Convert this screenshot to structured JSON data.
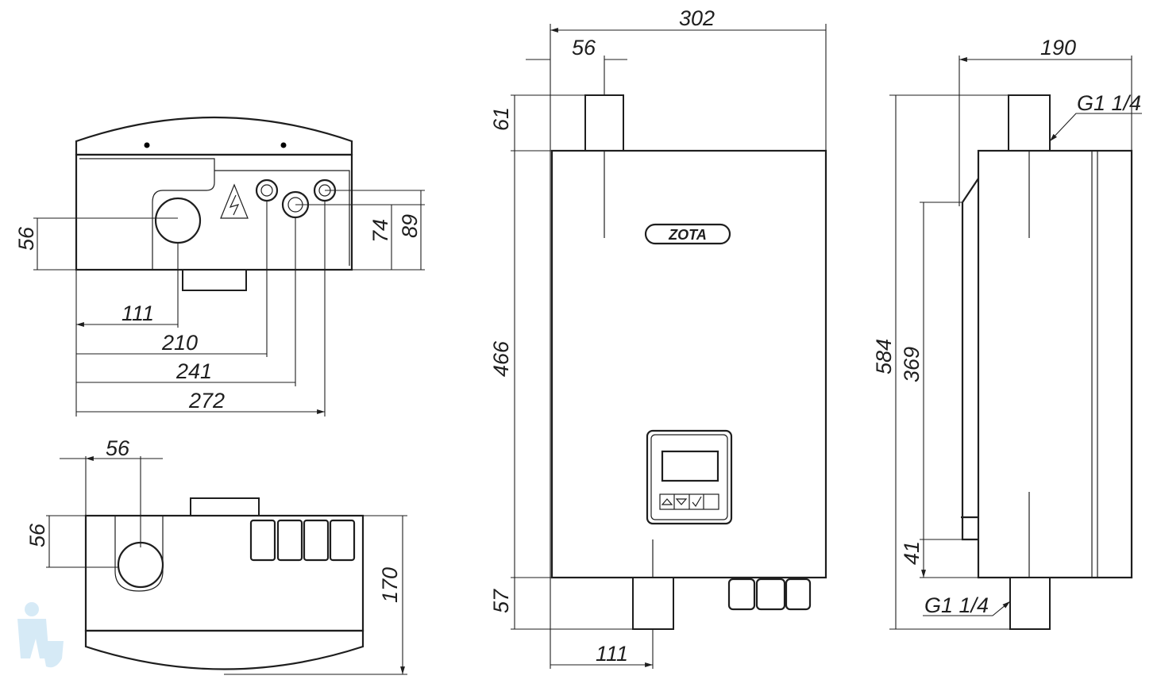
{
  "title": "Boiler dimensional drawing",
  "brand_logo": "ZOTA",
  "top_view": {
    "dims": {
      "pipe_offset_v": "56",
      "h74": "74",
      "h89": "89",
      "x111": "111",
      "x210": "210",
      "x241": "241",
      "x272": "272"
    }
  },
  "bottom_view": {
    "dims": {
      "pipe_offset_h": "56",
      "pipe_offset_v": "56",
      "depth": "170"
    }
  },
  "front_view": {
    "dims": {
      "width": "302",
      "pipe_offset": "56",
      "top_pipe": "61",
      "body_height": "466",
      "bottom_pipe": "57",
      "bottom_pipe_offset": "111"
    }
  },
  "side_view": {
    "dims": {
      "depth": "190",
      "total_height": "584",
      "mount_spacing": "369",
      "mount_bottom": "41"
    },
    "thread_top": "G1 1/4",
    "thread_bottom": "G1 1/4"
  }
}
